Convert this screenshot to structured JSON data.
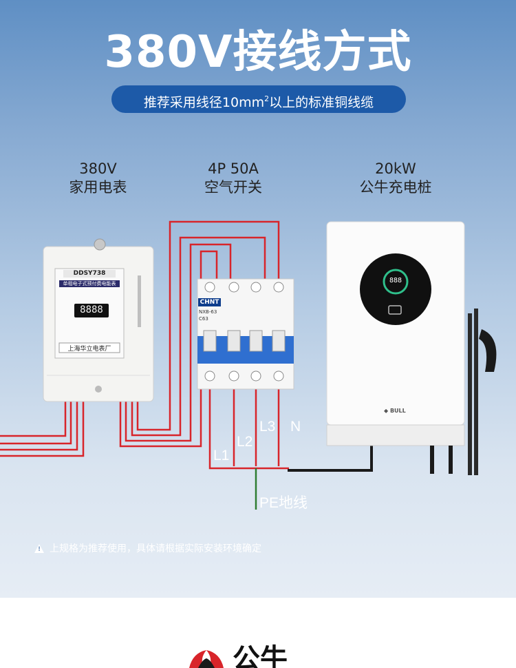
{
  "title": "380V接线方式",
  "subtitle": {
    "main": "推荐采用线径10mm",
    "sup": "2",
    "tail": "以上的标准铜线缆"
  },
  "devices": {
    "meter": {
      "line1": "380V",
      "line2": "家用电表",
      "model": "DDSY738",
      "display": "8888",
      "maker": "上海华立电表厂",
      "plate_title": "单相电子式预付费电能表"
    },
    "breaker": {
      "line1": "4P 50A",
      "line2": "空气开关",
      "brand": "CHNT",
      "model": "NXB-63",
      "rating": "C63"
    },
    "charger": {
      "line1": "20kW",
      "line2": "公牛充电桩",
      "display": "888",
      "brand": "BULL"
    }
  },
  "wires": {
    "l1": "L1",
    "l2": "L2",
    "l3": "L3",
    "n": "N",
    "pe": "PE地线"
  },
  "note": "上规格为推荐使用，具体请根据实际安装环境确定",
  "colors": {
    "wire": "#d8242a",
    "pe": "#2e7d32",
    "accent": "#1d5aa8",
    "breaker_blue": "#2f6fd0"
  },
  "footer_logo": "公牛"
}
